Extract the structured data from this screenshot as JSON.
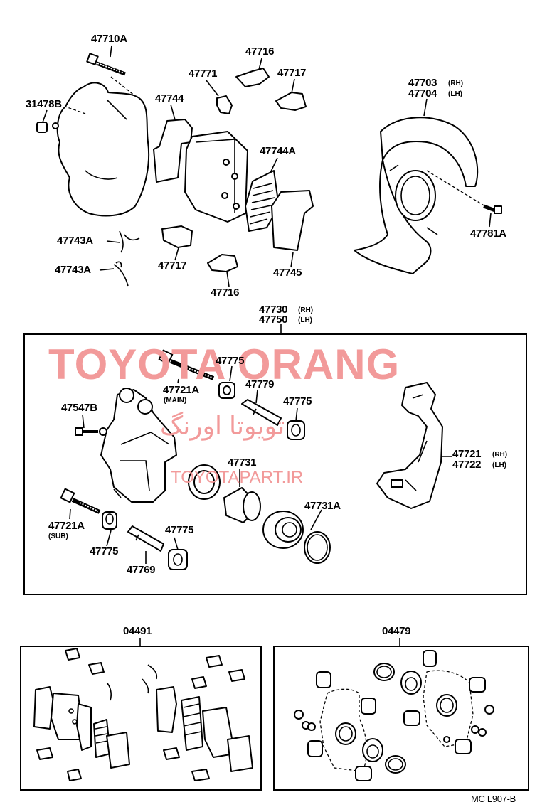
{
  "labels": {
    "p47710A": "47710A",
    "p31478B": "31478B",
    "p47744": "47744",
    "p47771": "47771",
    "p47716_top": "47716",
    "p47717_top": "47717",
    "p47744A": "47744A",
    "p47743A_1": "47743A",
    "p47743A_2": "47743A",
    "p47717_bot": "47717",
    "p47716_bot": "47716",
    "p47745": "47745",
    "p47703": "47703",
    "p47703_note": "(RH)",
    "p47704": "47704",
    "p47704_note": "(LH)",
    "p47781A": "47781A",
    "p47730": "47730",
    "p47730_note": "(RH)",
    "p47750": "47750",
    "p47750_note": "(LH)",
    "p47721A_main": "47721A",
    "p47721A_main_note": "(MAIN)",
    "p47775_a": "47775",
    "p47779": "47779",
    "p47775_b": "47775",
    "p47547B": "47547B",
    "p47731": "47731",
    "p47721": "47721",
    "p47721_note": "(RH)",
    "p47722": "47722",
    "p47722_note": "(LH)",
    "p47731A": "47731A",
    "p47721A_sub": "47721A",
    "p47721A_sub_note": "(SUB)",
    "p47775_c": "47775",
    "p47775_d": "47775",
    "p47769": "47769",
    "p04491": "04491",
    "p04479": "04479",
    "ref_code": "MC L907-B"
  },
  "watermark": {
    "brand": "TOYOTA ORANG",
    "brand_fa": "تویوتا اورنگ",
    "site": "TOYOTAPART.IR",
    "color": "#f29a9a"
  }
}
